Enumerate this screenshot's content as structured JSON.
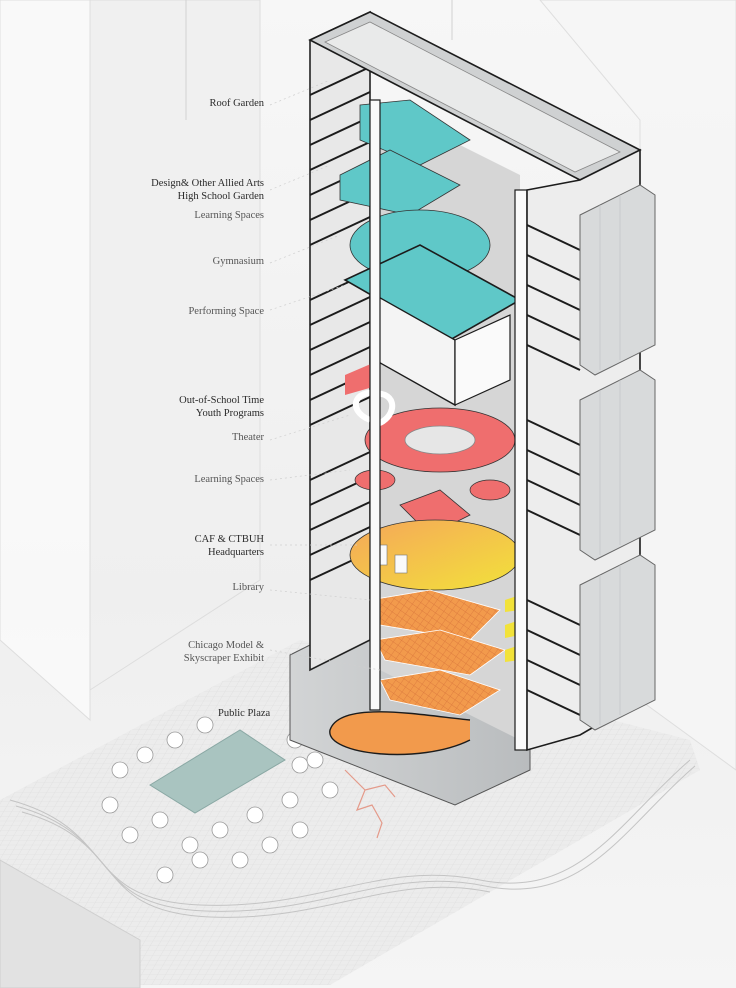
{
  "diagram": {
    "title": "Isometric sectional axonometric of a vertical school / civic tower",
    "colors": {
      "background": "#f4f4f4",
      "teal_program": "#5fc8c8",
      "coral_program": "#ef6e6e",
      "orange_program": "#f29a4c",
      "yellow_program": "#f2e23a",
      "glass": "#c9cccd",
      "structure": "#1c1c1c",
      "plaza_grid": "#e6e6e6",
      "pool": "#a9c4c0",
      "sculpture": "#e49a8a"
    },
    "labels": [
      {
        "id": "roof-garden",
        "lines": [
          "Roof Garden"
        ],
        "emphasis": true
      },
      {
        "id": "design-arts",
        "lines": [
          "Design& Other Allied Arts",
          "High School Garden"
        ],
        "emphasis": true
      },
      {
        "id": "learning-spaces-upper",
        "lines": [
          "Learning Spaces"
        ],
        "emphasis": false
      },
      {
        "id": "gymnasium",
        "lines": [
          "Gymnasium"
        ],
        "emphasis": false
      },
      {
        "id": "performing-space",
        "lines": [
          "Performing Space"
        ],
        "emphasis": false
      },
      {
        "id": "youth-programs",
        "lines": [
          "Out-of-School Time",
          "Youth Programs"
        ],
        "emphasis": true
      },
      {
        "id": "theater",
        "lines": [
          "Theater"
        ],
        "emphasis": false
      },
      {
        "id": "learning-spaces-lower",
        "lines": [
          "Learning Spaces"
        ],
        "emphasis": false
      },
      {
        "id": "caf-ctbuh",
        "lines": [
          "CAF & CTBUH",
          "Headquarters"
        ],
        "emphasis": true
      },
      {
        "id": "library",
        "lines": [
          "Library"
        ],
        "emphasis": false
      },
      {
        "id": "chicago-model",
        "lines": [
          "Chicago Model &",
          "Skyscraper Exhibit"
        ],
        "emphasis": false
      },
      {
        "id": "public-plaza",
        "lines": [
          "Public Plaza"
        ],
        "emphasis": true
      }
    ]
  }
}
